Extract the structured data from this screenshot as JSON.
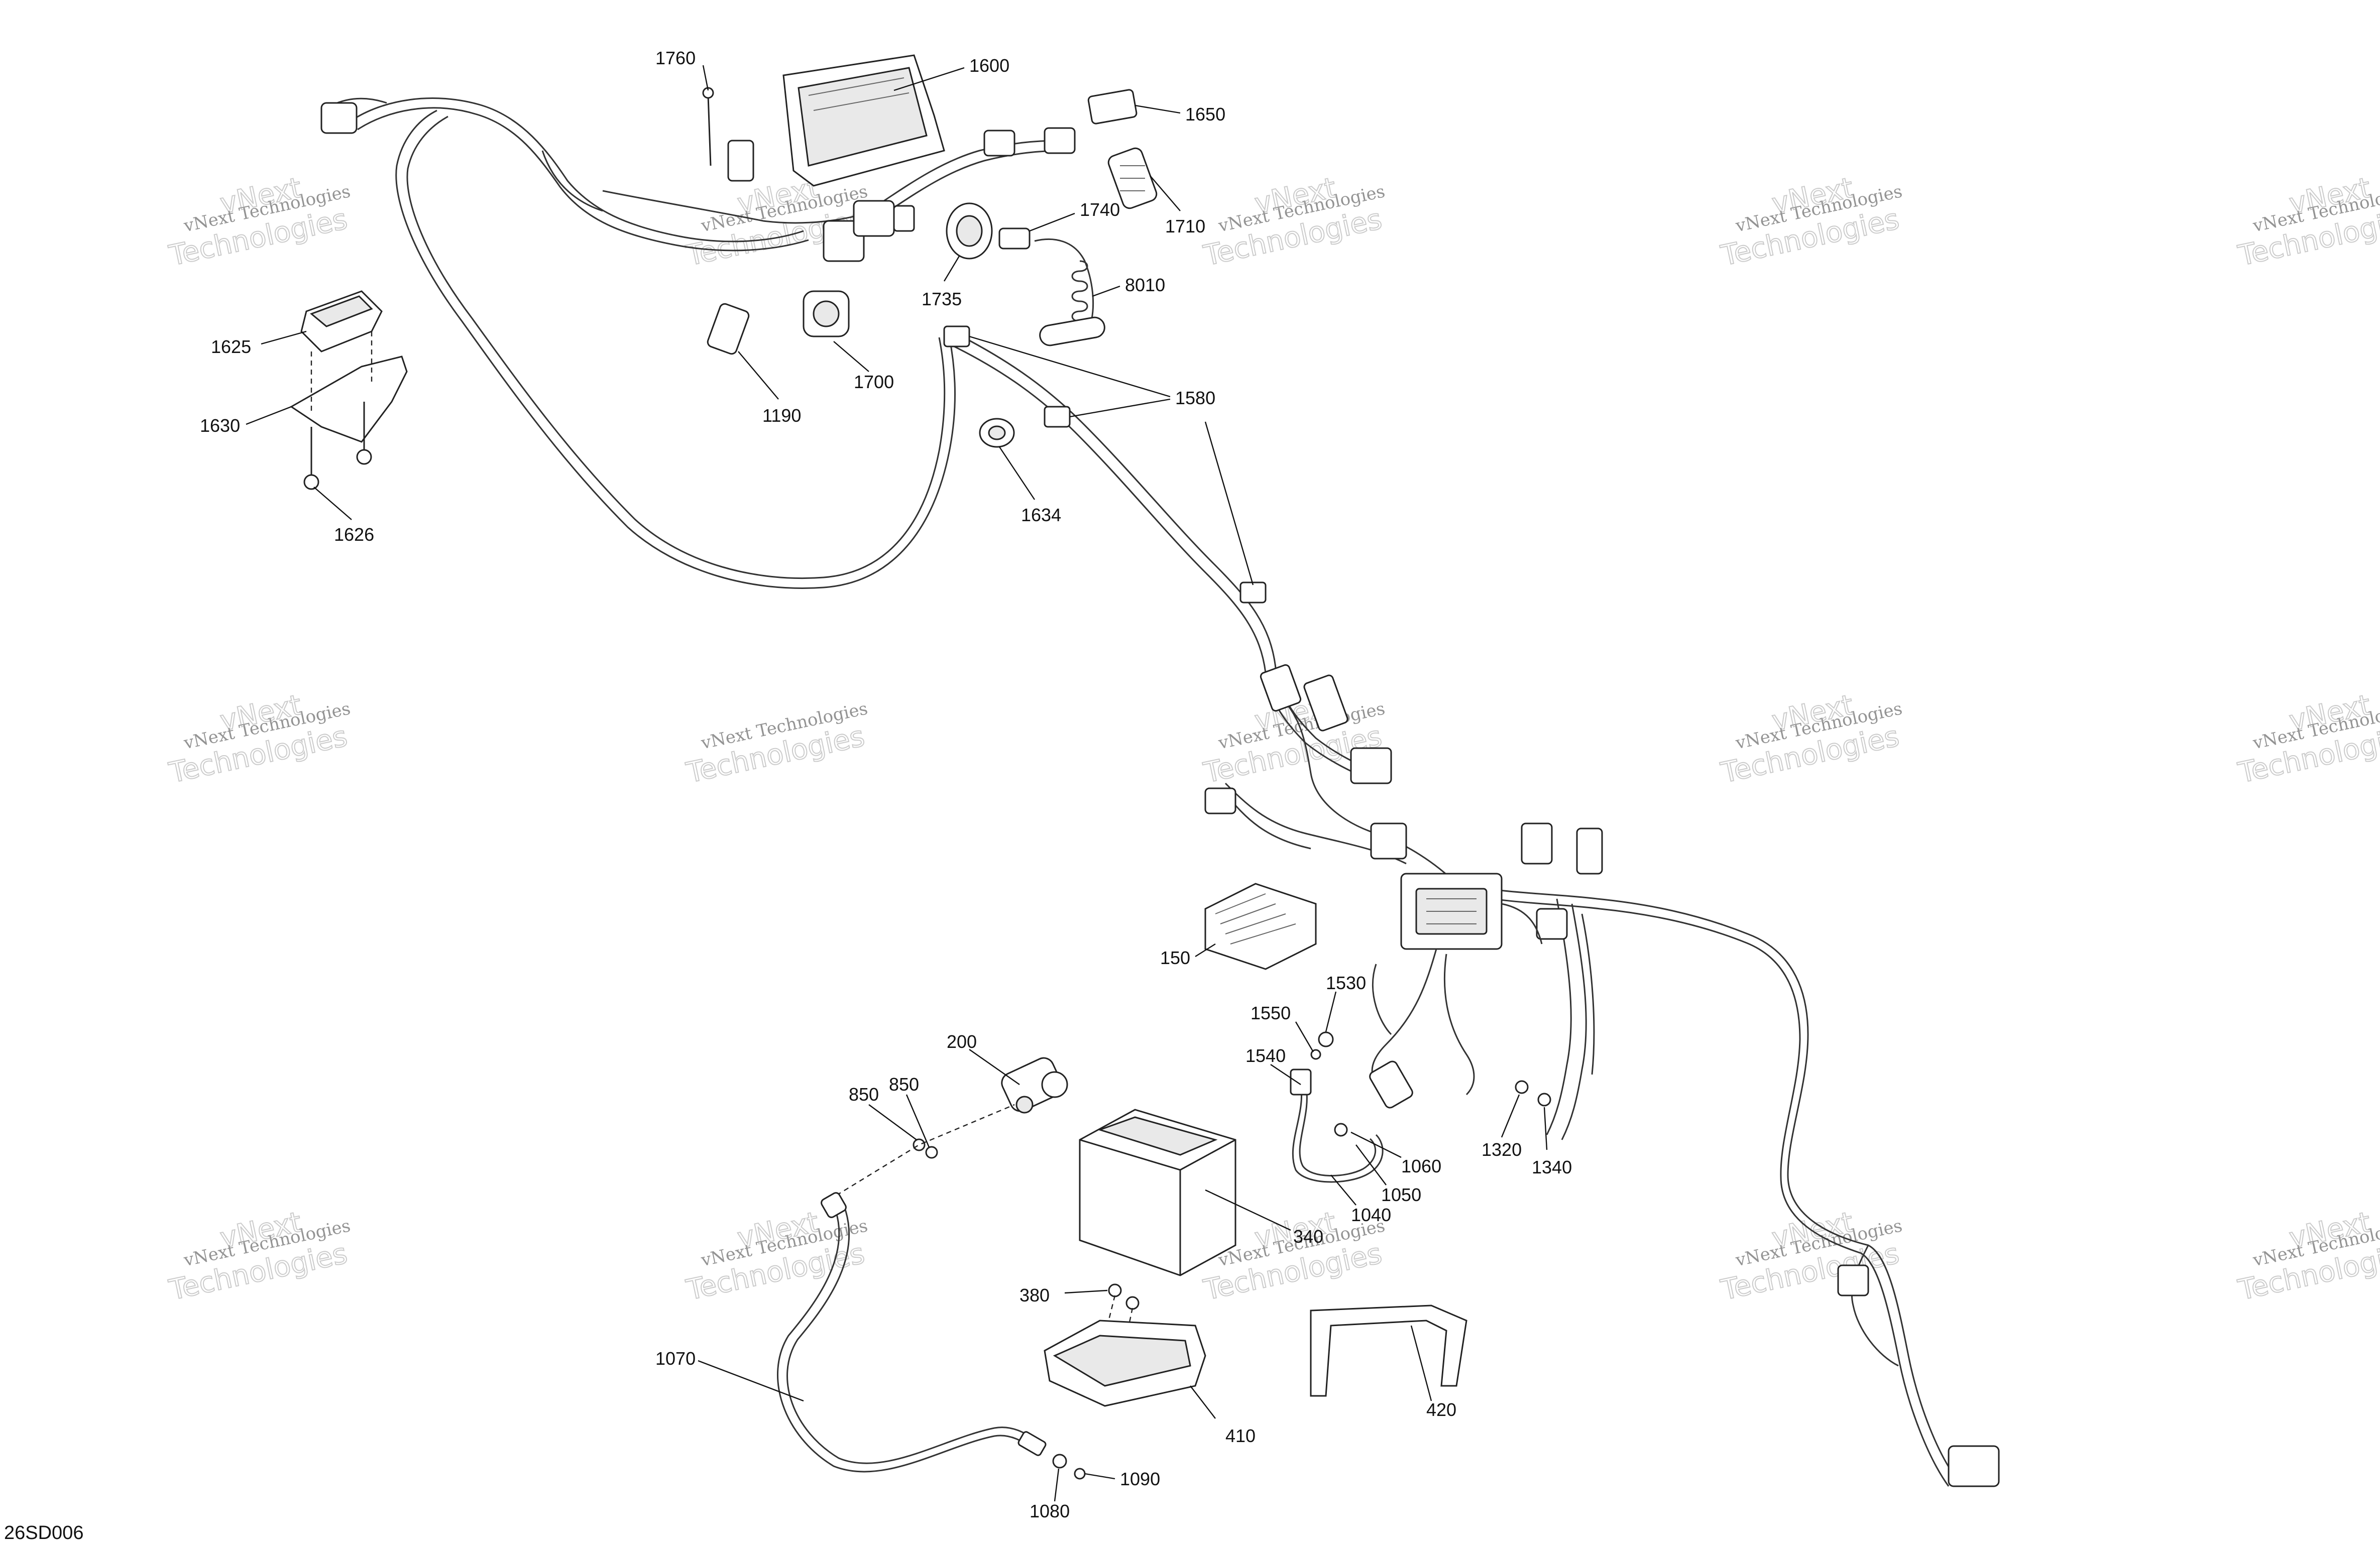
{
  "diagram": {
    "drawing_id": "26SD006",
    "watermark": {
      "line1": "vNext Technologies",
      "line2": "vNext",
      "line3": "Technologies"
    },
    "callouts": {
      "c1760": "1760",
      "c1600": "1600",
      "c1650": "1650",
      "c1710": "1710",
      "c1740": "1740",
      "c1735": "1735",
      "c8010": "8010",
      "c1625": "1625",
      "c1630": "1630",
      "c1626": "1626",
      "c1190": "1190",
      "c1700": "1700",
      "c1580": "1580",
      "c1634": "1634",
      "c150": "150",
      "c1530": "1530",
      "c1550": "1550",
      "c1540": "1540",
      "c1060": "1060",
      "c1050": "1050",
      "c1040": "1040",
      "c1320": "1320",
      "c1340": "1340",
      "c200": "200",
      "c850a": "850",
      "c850b": "850",
      "c340": "340",
      "c380": "380",
      "c410": "410",
      "c420": "420",
      "c1070": "1070",
      "c1080": "1080",
      "c1090": "1090"
    }
  }
}
